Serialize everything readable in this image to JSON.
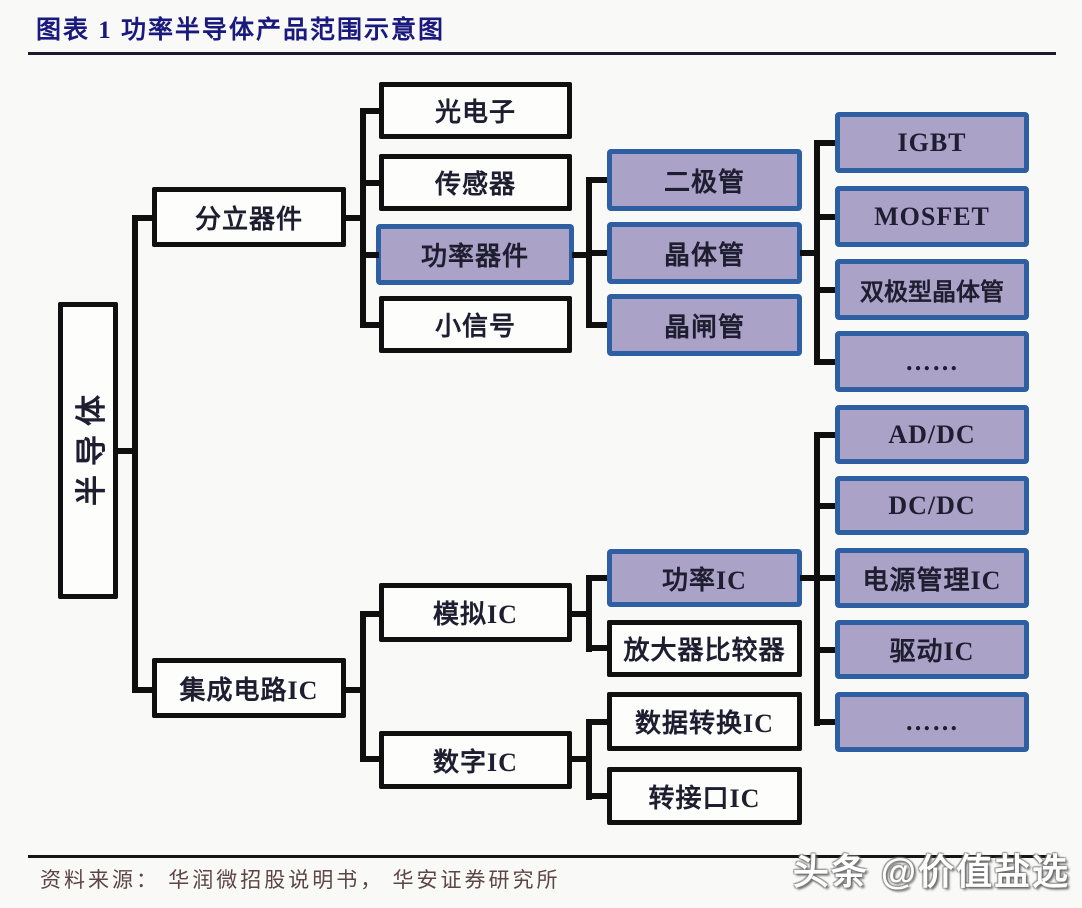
{
  "page": {
    "title": "图表 1 功率半导体产品范围示意图",
    "source": "资料来源： 华润微招股说明书， 华安证券研究所",
    "watermark": "头条 @价值盐选"
  },
  "colors": {
    "title_navy": "#1a1a7e",
    "purple_fill": "#aba2c7",
    "purple_border": "#2e5fa3",
    "black_border": "#101010",
    "source_text": "#5d4545",
    "background": "#f9f9f7"
  },
  "nodes": {
    "root": {
      "label": "半导体"
    },
    "discrete": {
      "label": "分立器件"
    },
    "ic": {
      "label": "集成电路IC"
    },
    "optoelectronics": {
      "label": "光电子"
    },
    "sensor": {
      "label": "传感器"
    },
    "power_device": {
      "label": "功率器件"
    },
    "small_signal": {
      "label": "小信号"
    },
    "diode": {
      "label": "二极管"
    },
    "transistor": {
      "label": "晶体管"
    },
    "thyristor": {
      "label": "晶闸管"
    },
    "igbt": {
      "label": "IGBT"
    },
    "mosfet": {
      "label": "MOSFET"
    },
    "bipolar": {
      "label": "双极型晶体管"
    },
    "more_top": {
      "label": "……"
    },
    "adc": {
      "label": "AD/DC"
    },
    "dcdc": {
      "label": "DC/DC"
    },
    "pmic": {
      "label": "电源管理IC"
    },
    "driver_ic": {
      "label": "驱动IC"
    },
    "more_bottom": {
      "label": "……"
    },
    "analog_ic": {
      "label": "模拟IC"
    },
    "digital_ic": {
      "label": "数字IC"
    },
    "power_ic": {
      "label": "功率IC"
    },
    "amplifier_comparator": {
      "label": "放大器比较器"
    },
    "data_conversion_ic": {
      "label": "数据转换IC"
    },
    "interface_ic": {
      "label": "转接口IC"
    }
  }
}
